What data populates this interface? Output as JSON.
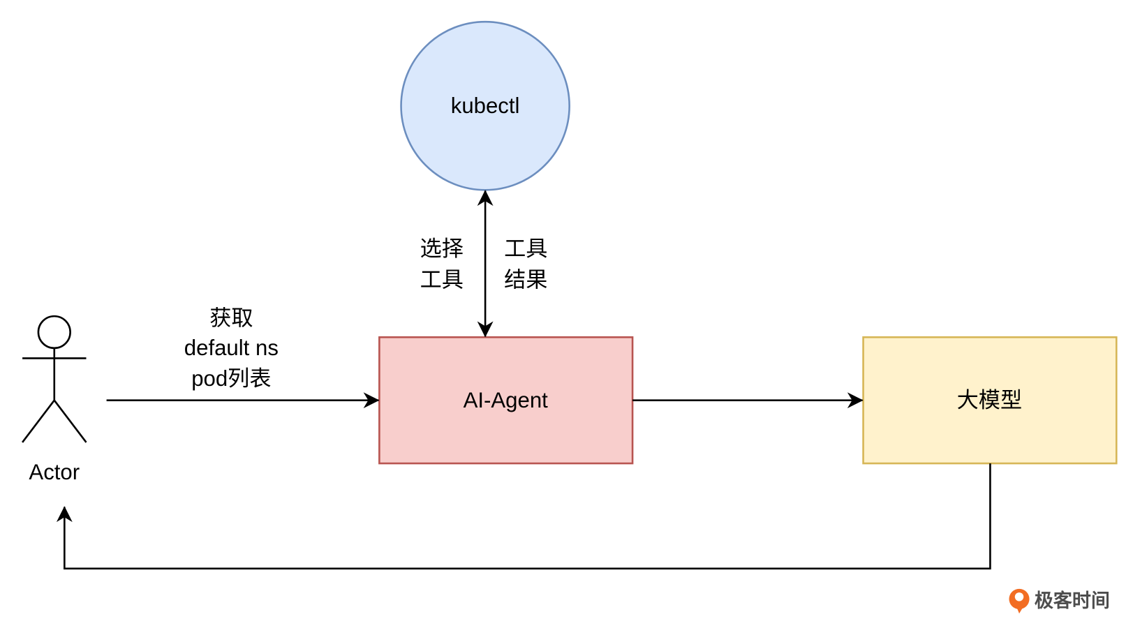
{
  "nodes": {
    "kubectl": {
      "label": "kubectl",
      "fill": "#dae8fc",
      "stroke": "#6c8ebf"
    },
    "agent": {
      "label": "AI-Agent",
      "fill": "#f8cecc",
      "stroke": "#b85450"
    },
    "llm": {
      "label": "大模型",
      "fill": "#fff2cc",
      "stroke": "#d6b656"
    },
    "actor": {
      "label": "Actor"
    }
  },
  "edges": {
    "request": {
      "lines": [
        "获取",
        "default ns",
        "pod列表"
      ]
    },
    "select_tool": {
      "lines": [
        "选择",
        "工具"
      ]
    },
    "tool_result": {
      "lines": [
        "工具",
        "结果"
      ]
    }
  },
  "watermark": {
    "text": "极客时间",
    "color": "#f26d23"
  }
}
